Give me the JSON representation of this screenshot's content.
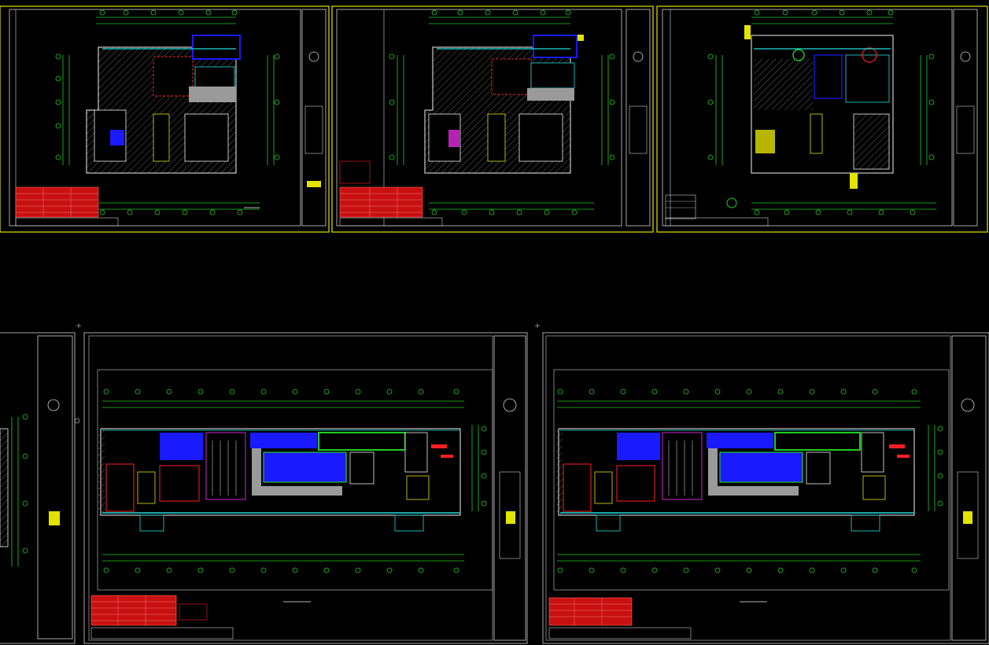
{
  "viewport": {
    "background": "#000000"
  },
  "colors": {
    "frame": "#e8e8e8",
    "yellow_border": "#e3e300",
    "grid": "#22cc22",
    "wall": "#f2f2f2",
    "red": "#ff2020",
    "blue": "#1a1aff",
    "cyan": "#22dddd",
    "magenta": "#ff33ff",
    "hatch": "#888888",
    "orange": "#ff8800"
  },
  "sheets_top": [
    {
      "id": "sheet-1",
      "title": "",
      "scale": "1:0"
    },
    {
      "id": "sheet-2",
      "title": "",
      "scale": "1:0"
    },
    {
      "id": "sheet-3",
      "title": "",
      "scale": "1:0"
    }
  ],
  "sheets_bottom": [
    {
      "id": "sheet-4",
      "title": "",
      "scale": "1:0"
    },
    {
      "id": "sheet-5",
      "title": "",
      "scale": "1:0"
    }
  ]
}
